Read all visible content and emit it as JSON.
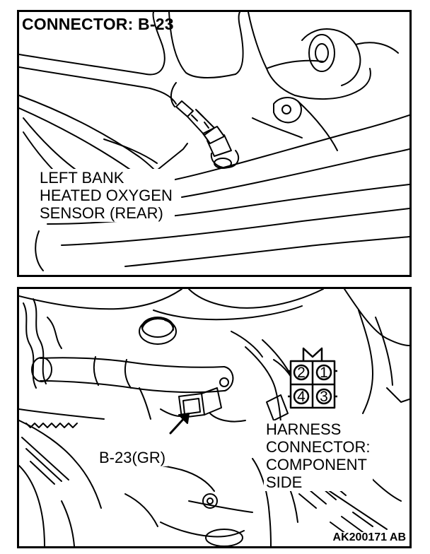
{
  "title": "CONNECTOR: B-23",
  "component_label": [
    "LEFT BANK",
    "HEATED OXYGEN",
    "SENSOR (REAR)"
  ],
  "connector_callout": "B-23(GR)",
  "harness_label": [
    "HARNESS",
    "CONNECTOR:",
    "COMPONENT",
    "SIDE"
  ],
  "pins": [
    "2",
    "1",
    "4",
    "3"
  ],
  "figure_code": "AK200171 AB"
}
